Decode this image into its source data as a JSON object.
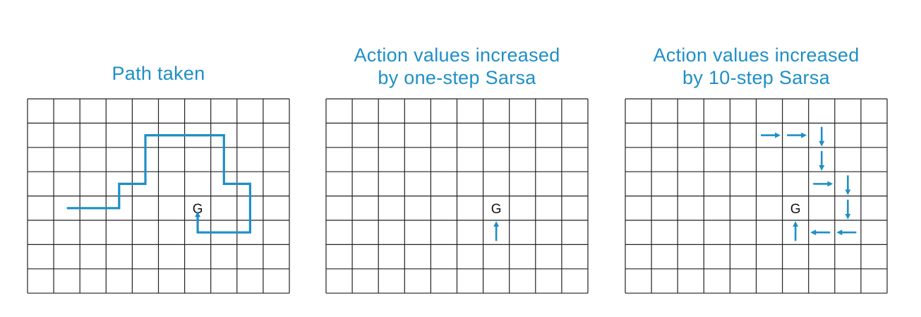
{
  "colors": {
    "accent": "#1e8fc6",
    "grid": "#222222",
    "background": "#ffffff",
    "text": "#111111"
  },
  "grid": {
    "cols": 10,
    "rows": 8
  },
  "panels": [
    {
      "name": "path-taken",
      "title_lines": [
        "Path taken"
      ],
      "goal": {
        "col": 6,
        "row": 4,
        "label": "G"
      },
      "path": [
        [
          1.5,
          4.5
        ],
        [
          3.5,
          4.5
        ],
        [
          3.5,
          3.5
        ],
        [
          4.5,
          3.5
        ],
        [
          4.5,
          1.5
        ],
        [
          7.5,
          1.5
        ],
        [
          7.5,
          3.5
        ],
        [
          8.5,
          3.5
        ],
        [
          8.5,
          5.5
        ],
        [
          6.5,
          5.5
        ],
        [
          6.5,
          4.75
        ]
      ],
      "arrows": []
    },
    {
      "name": "one-step-sarsa",
      "title_lines": [
        "Action values increased",
        "by one-step Sarsa"
      ],
      "goal": {
        "col": 6,
        "row": 4,
        "label": "G"
      },
      "path": [],
      "arrows": [
        {
          "col": 6,
          "row": 5,
          "dir": "up"
        }
      ]
    },
    {
      "name": "ten-step-sarsa",
      "title_lines": [
        "Action values increased",
        "by 10-step Sarsa"
      ],
      "goal": {
        "col": 6,
        "row": 4,
        "label": "G"
      },
      "path": [],
      "arrows": [
        {
          "col": 5,
          "row": 1,
          "dir": "right"
        },
        {
          "col": 6,
          "row": 1,
          "dir": "right"
        },
        {
          "col": 7,
          "row": 1,
          "dir": "down"
        },
        {
          "col": 7,
          "row": 2,
          "dir": "down"
        },
        {
          "col": 7,
          "row": 3,
          "dir": "right"
        },
        {
          "col": 8,
          "row": 3,
          "dir": "down"
        },
        {
          "col": 8,
          "row": 4,
          "dir": "down"
        },
        {
          "col": 8,
          "row": 5,
          "dir": "left"
        },
        {
          "col": 7,
          "row": 5,
          "dir": "left"
        },
        {
          "col": 6,
          "row": 5,
          "dir": "up"
        }
      ]
    }
  ]
}
